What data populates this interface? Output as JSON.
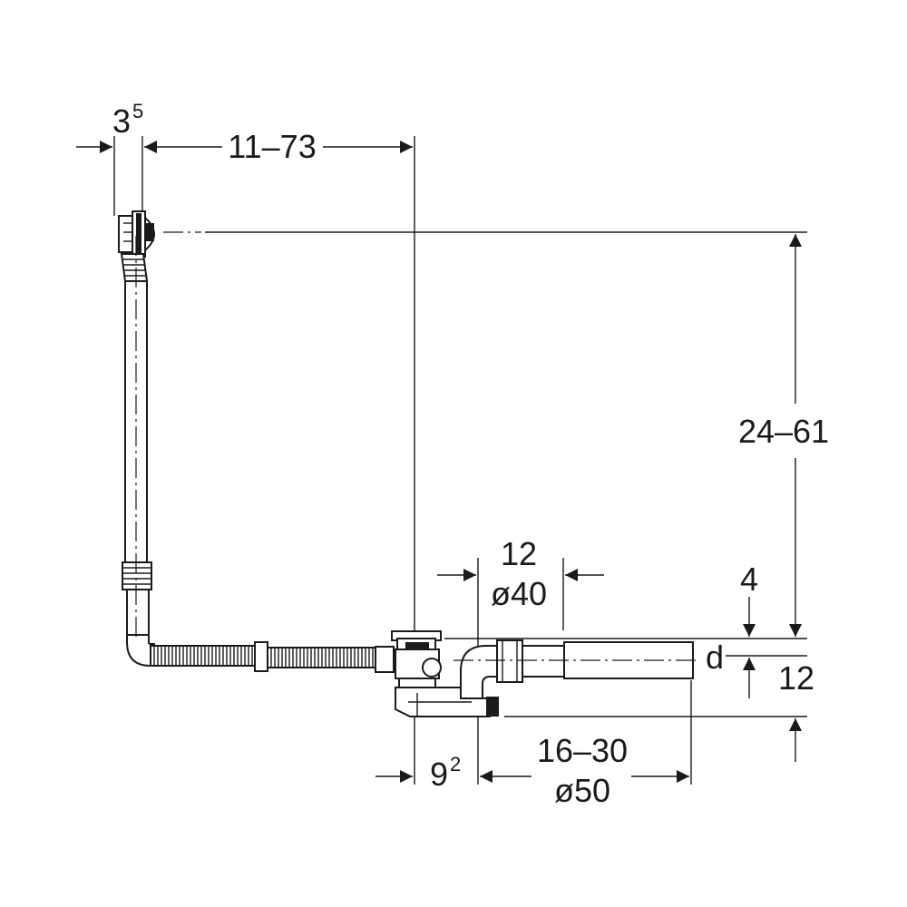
{
  "diagram": {
    "dimensions": {
      "overflow_offset": "3",
      "overflow_offset_sup": "5",
      "overflow_distance": "11–73",
      "height_range": "24–61",
      "outlet_offset": "12",
      "outlet_diameter": "ø40",
      "top_offset": "4",
      "trap_depth": "12",
      "waste_offset": "9",
      "waste_offset_sup": "2",
      "pipe_length": "16–30",
      "pipe_diameter": "ø50",
      "pipe_label": "d"
    }
  }
}
